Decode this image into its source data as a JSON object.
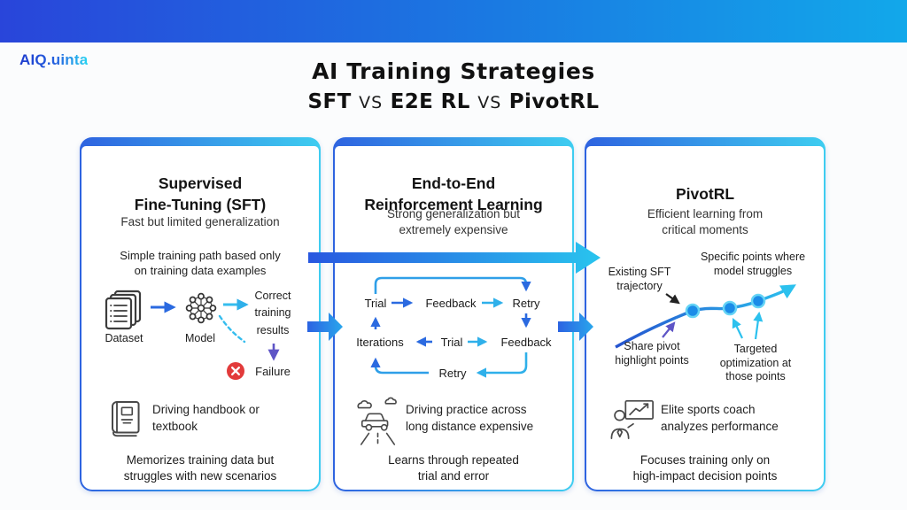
{
  "brand": "AIQ.uinta",
  "header": {
    "title": "AI Training Strategies",
    "subtitle_parts": [
      "SFT",
      "vs",
      "E2E RL",
      "vs",
      "PivotRL"
    ]
  },
  "panels": {
    "sft": {
      "title_lines": [
        "Supervised",
        "Fine-Tuning (SFT)"
      ],
      "subtitle": "Fast but limited generalization",
      "description_lines": [
        "Simple training path based only",
        "on training data examples"
      ],
      "diagram": {
        "dataset_label": "Dataset",
        "model_label": "Model",
        "correct_lines": [
          "Correct",
          "training",
          "results"
        ],
        "failure_label": "Failure"
      },
      "analogy_lines": [
        "Driving handbook or",
        "textbook"
      ],
      "conclusion_lines": [
        "Memorizes training data but",
        "struggles with new scenarios"
      ]
    },
    "e2e": {
      "title_lines": [
        "End-to-End",
        "Reinforcement Learning"
      ],
      "subtitle_lines": [
        "Strong generalization but",
        "extremely expensive"
      ],
      "loop": {
        "trial_top": "Trial",
        "feedback_top": "Feedback",
        "retry_top": "Retry",
        "iterations": "Iterations",
        "trial_mid": "Trial",
        "feedback_mid": "Feedback",
        "retry_bottom": "Retry"
      },
      "analogy_lines": [
        "Driving practice across",
        "long distance expensive"
      ],
      "conclusion_lines": [
        "Learns through repeated",
        "trial and error"
      ]
    },
    "pivot": {
      "title": "PivotRL",
      "subtitle_lines": [
        "Efficient learning from",
        "critical moments"
      ],
      "labels": {
        "existing_lines": [
          "Existing SFT",
          "trajectory"
        ],
        "specific_lines": [
          "Specific points where",
          "model struggles"
        ],
        "share_lines": [
          "Share pivot",
          "highlight points"
        ],
        "targeted_lines": [
          "Targeted",
          "optimization at",
          "those points"
        ]
      },
      "analogy_lines": [
        "Elite sports coach",
        "analyzes performance"
      ],
      "conclusion_lines": [
        "Focuses training only on",
        "high-impact decision points"
      ]
    }
  },
  "colors": {
    "band_start": "#2945da",
    "band_end": "#12a8ea",
    "card_gradient_start": "#2e63e0",
    "card_gradient_end": "#3ecdf0",
    "arrow_blue": "#2b6ae0",
    "arrow_cyan": "#2fb0ea",
    "failure_red": "#e23b3b",
    "purple_arrow": "#5e55c6",
    "dot_fill": "#1b8ce8",
    "dot_ring": "#66d4f5"
  }
}
